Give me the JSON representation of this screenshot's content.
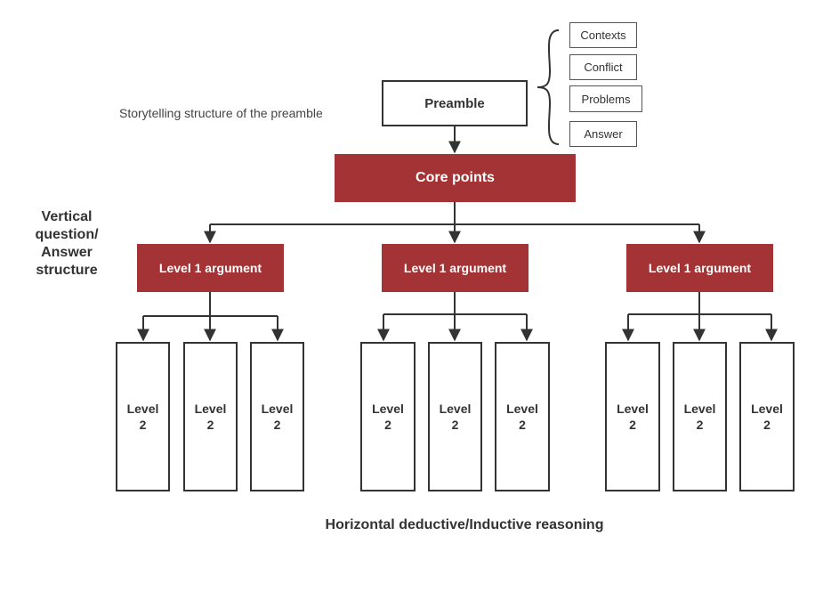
{
  "context_items": [
    "Contexts",
    "Conflict",
    "Problems",
    "Answer"
  ],
  "preamble": "Preamble",
  "storytelling_label": "Storytelling structure of the preamble",
  "core_points": "Core points",
  "vertical_label": [
    "Vertical",
    "question/",
    "Answer",
    "structure"
  ],
  "level1": [
    "Level 1 argument",
    "Level 1 argument",
    "Level 1 argument"
  ],
  "level2_line1": "Level",
  "level2_line2": "2",
  "horizontal_label": "Horizontal deductive/Inductive reasoning",
  "colors": {
    "accent_red": "#a33334",
    "line": "#333333"
  }
}
